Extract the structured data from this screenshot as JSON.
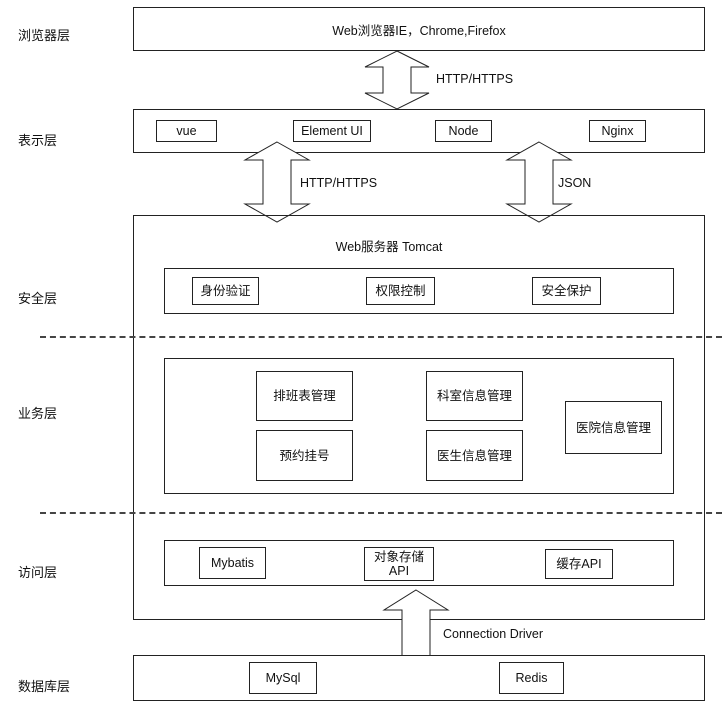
{
  "layers": {
    "browser": "浏览器层",
    "presentation": "表示层",
    "security": "安全层",
    "business": "业务层",
    "access": "访问层",
    "database": "数据库层"
  },
  "browser_box": {
    "text": "Web浏览器IE，Chrome,Firefox"
  },
  "presentation_items": [
    "vue",
    "Element UI",
    "Node",
    "Nginx"
  ],
  "server_title": "Web服务器 Tomcat",
  "security_items": [
    "身份验证",
    "权限控制",
    "安全保护"
  ],
  "business_items": {
    "schedule": "排班表管理",
    "department": "科室信息管理",
    "hospital": "医院信息管理",
    "booking": "预约挂号",
    "doctor": "医生信息管理"
  },
  "access_items": {
    "mybatis": "Mybatis",
    "object_storage": "对象存储\nAPI",
    "cache": "缓存API"
  },
  "database_items": [
    "MySql",
    "Redis"
  ],
  "arrows": {
    "browser_to_presentation": "HTTP/HTTPS",
    "presentation_to_server_left": "HTTP/HTTPS",
    "presentation_to_server_right": "JSON",
    "server_to_database": "Connection Driver"
  }
}
